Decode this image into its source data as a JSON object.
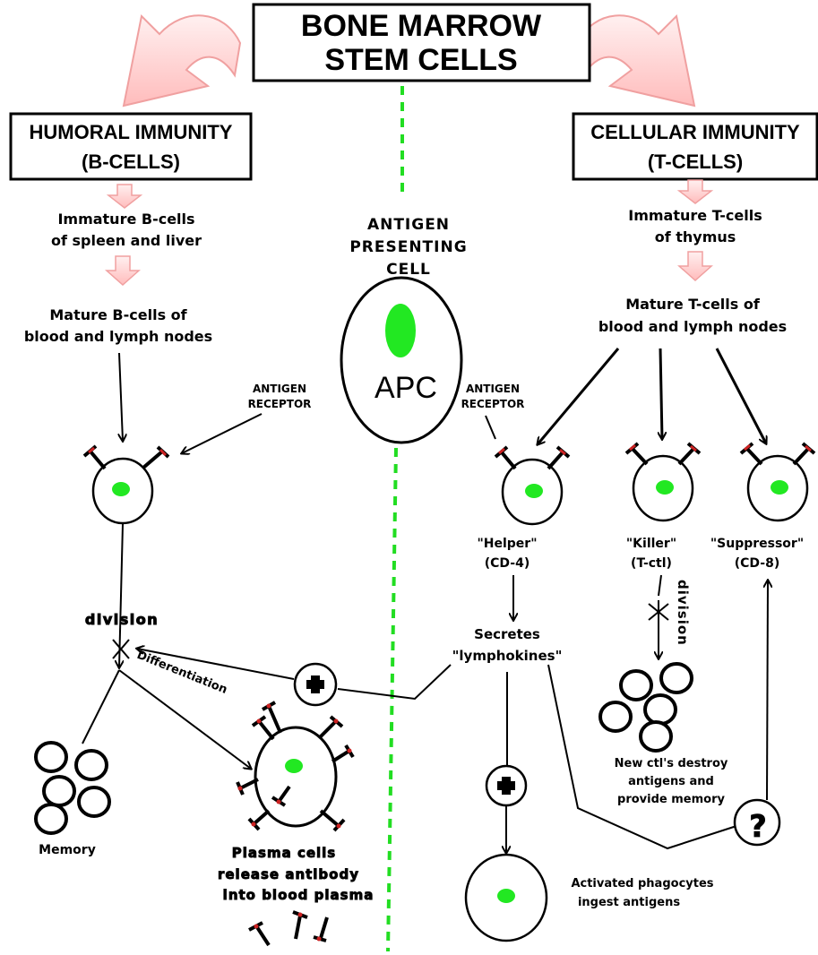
{
  "title": [
    "BONE MARROW",
    "STEM CELLS"
  ],
  "humoral": {
    "box": [
      "HUMORAL IMMUNITY",
      "(B-CELLS)"
    ],
    "immature": [
      "Immature B-cells",
      "of spleen and liver"
    ],
    "mature": [
      "Mature B-cells of",
      "blood and lymph nodes"
    ],
    "receptor": [
      "ANTIGEN",
      "RECEPTOR"
    ],
    "division": "division",
    "differentiation": "Differentiation",
    "memory": "Memory",
    "plasma": [
      "Plasma cells",
      "release antibody",
      "into blood plasma"
    ]
  },
  "apc": {
    "heading": [
      "ANTIGEN",
      "PRESENTING",
      "CELL"
    ],
    "label": "APC",
    "receptor": [
      "ANTIGEN",
      "RECEPTOR"
    ]
  },
  "cellular": {
    "box": [
      "CELLULAR IMMUNITY",
      "(T-CELLS)"
    ],
    "immature": [
      "Immature T-cells",
      "of thymus"
    ],
    "mature": [
      "Mature T-cells of",
      "blood and lymph nodes"
    ],
    "helper": [
      "\"Helper\"",
      "(CD-4)"
    ],
    "killer": [
      "\"Killer\"",
      "(T-ctl)"
    ],
    "suppressor": [
      "\"Suppressor\"",
      "(CD-8)"
    ],
    "secretes": [
      "Secretes",
      "\"lymphokines\""
    ],
    "division": "division",
    "new_ctl": [
      "New ctl's destroy",
      "antigens and",
      "provide memory"
    ],
    "phagocytes": [
      "Activated phagocytes",
      "ingest antigens"
    ],
    "question": "?"
  },
  "colors": {
    "nucleus": "#22e822",
    "divider": "#22dd22",
    "arrow_fill": "#ffc8c8",
    "arrow_stroke": "#f0a0a0",
    "receptor_tip": "#cc2222"
  }
}
